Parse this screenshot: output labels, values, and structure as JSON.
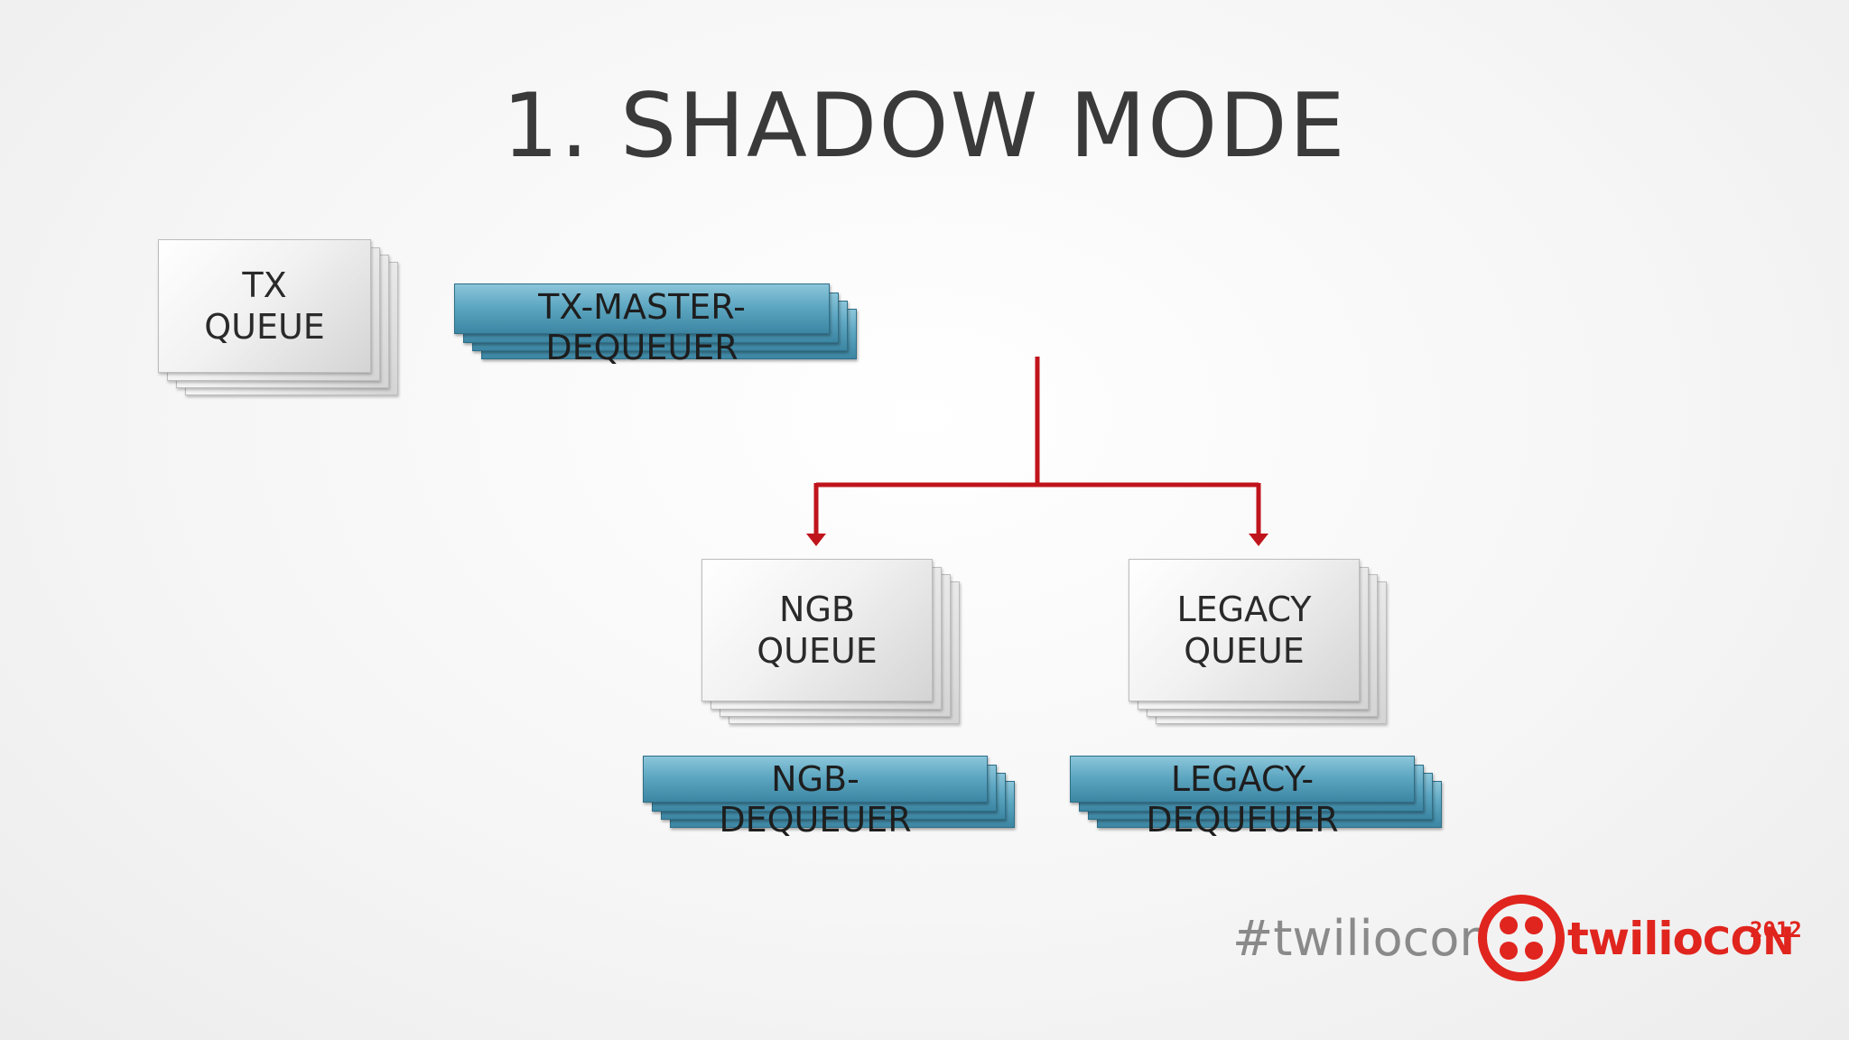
{
  "slide": {
    "title": "1.  SHADOW MODE"
  },
  "queues": {
    "tx": {
      "line1": "TX",
      "line2": "QUEUE"
    },
    "ngb": {
      "line1": "NGB",
      "line2": "QUEUE"
    },
    "legacy": {
      "line1": "LEGACY",
      "line2": "QUEUE"
    }
  },
  "dequeuers": {
    "tx_master": {
      "line1": "TX-MASTER-",
      "line2": "DEQUEUER"
    },
    "ngb": {
      "line1": "NGB-",
      "line2": "DEQUEUER"
    },
    "legacy": {
      "line1": "LEGACY-",
      "line2": "DEQUEUER"
    }
  },
  "colors": {
    "connector": "#c0141c",
    "dequeuer_blue": "#5ea7c2",
    "brand_red": "#e0251e",
    "title_gray": "#3a3a3a"
  },
  "footer": {
    "hashtag": "#twiliocon",
    "brand_main": "twilio",
    "brand_con": "CON",
    "brand_year": "2012",
    "logo_icon": "twilio-logo-icon"
  }
}
